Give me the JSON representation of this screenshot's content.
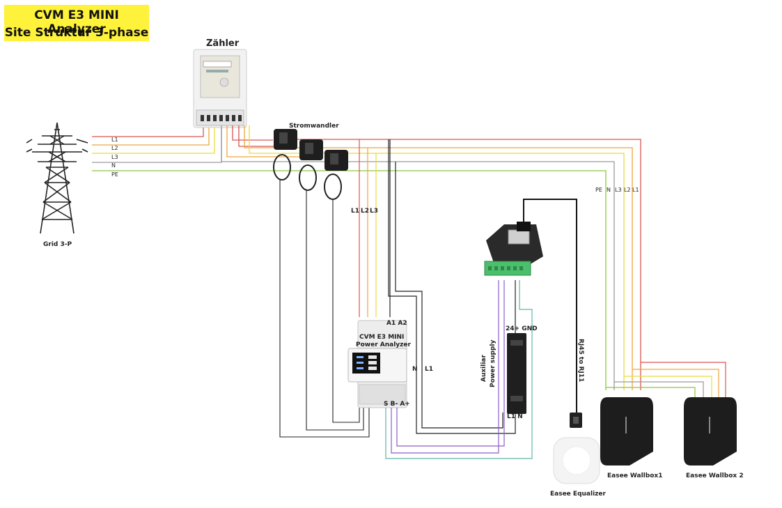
{
  "title": {
    "line1": "CVM E3 MINI Analyzer",
    "line2": "Site Struktur 3-phase"
  },
  "labels": {
    "meter": "Zähler",
    "current_transformer": "Stromwandler",
    "grid": "Grid 3-P",
    "grid_lines": [
      "L1",
      "L2",
      "L3",
      "N",
      "PE"
    ],
    "analyzer_inputs": [
      "L1",
      "L2",
      "L3"
    ],
    "wallbox_feed": [
      "PE",
      "N",
      "L3",
      "L2",
      "L1"
    ],
    "a1a2": "A1 A2",
    "analyzer_name_1": "CVM E3 MINI",
    "analyzer_name_2": "Power Analyzer",
    "rs485": "S B- A+",
    "n_label": "N",
    "l1_label": "L1",
    "psu_top": "24+ GND",
    "psu_bottom": "L1 N",
    "aux_1": "Auxiliar",
    "aux_2": "Power supply",
    "rj45": "RJ45 to RJ11",
    "equalizer": "Easee Equalizer",
    "wallbox1": "Easee Wallbox1",
    "wallbox2": "Easee Wallbox 2"
  },
  "colors": {
    "L1": "#d9534f",
    "L2": "#f0a43a",
    "L3": "#e8dc3c",
    "N": "#9a9a9a",
    "PE": "#8cc63f",
    "bus": "#8a5cc8",
    "teal": "#5fb3a8",
    "black": "#222222",
    "title_bg": "#fff23a"
  }
}
